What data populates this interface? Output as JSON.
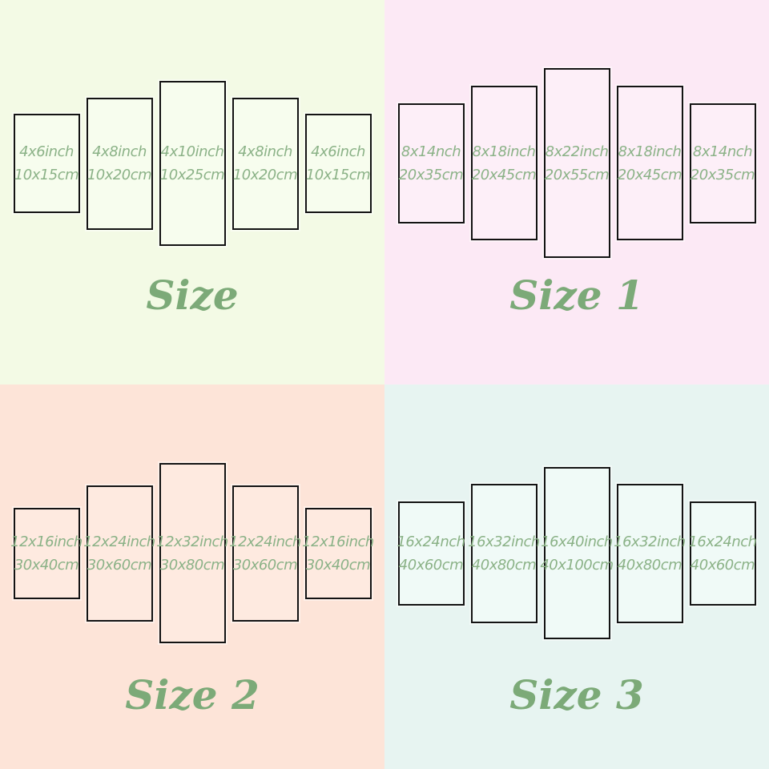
{
  "colors": {
    "label_green": "#8bb287",
    "title_green": "#7caa78",
    "panel_border": "#131313",
    "quadrant_backgrounds": [
      "#f3fae5",
      "#fce9f5",
      "#fde4d8",
      "#e7f4f1"
    ]
  },
  "quadrants": [
    {
      "title": "Size",
      "background": "#f3fae5",
      "panels": [
        {
          "line1": "4x6inch",
          "line2": "10x15cm"
        },
        {
          "line1": "4x8inch",
          "line2": "10x20cm"
        },
        {
          "line1": "4x10inch",
          "line2": "10x25cm"
        },
        {
          "line1": "4x8inch",
          "line2": "10x20cm"
        },
        {
          "line1": "4x6inch",
          "line2": "10x15cm"
        }
      ]
    },
    {
      "title": "Size 1",
      "background": "#fce9f5",
      "panels": [
        {
          "line1": "8x14nch",
          "line2": "20x35cm"
        },
        {
          "line1": "8x18inch",
          "line2": "20x45cm"
        },
        {
          "line1": "8x22inch",
          "line2": "20x55cm"
        },
        {
          "line1": "8x18inch",
          "line2": "20x45cm"
        },
        {
          "line1": "8x14nch",
          "line2": "20x35cm"
        }
      ]
    },
    {
      "title": "Size 2",
      "background": "#fde4d8",
      "panels": [
        {
          "line1": "12x16inch",
          "line2": "30x40cm"
        },
        {
          "line1": "12x24inch",
          "line2": "30x60cm"
        },
        {
          "line1": "12x32inch",
          "line2": "30x80cm"
        },
        {
          "line1": "12x24inch",
          "line2": "30x60cm"
        },
        {
          "line1": "12x16inch",
          "line2": "30x40cm"
        }
      ]
    },
    {
      "title": "Size 3",
      "background": "#e7f4f1",
      "panels": [
        {
          "line1": "16x24nch",
          "line2": "40x60cm"
        },
        {
          "line1": "16x32inch",
          "line2": "40x80cm"
        },
        {
          "line1": "16x40inch",
          "line2": "40x100cm"
        },
        {
          "line1": "16x32inch",
          "line2": "40x80cm"
        },
        {
          "line1": "16x24nch",
          "line2": "40x60cm"
        }
      ]
    }
  ]
}
